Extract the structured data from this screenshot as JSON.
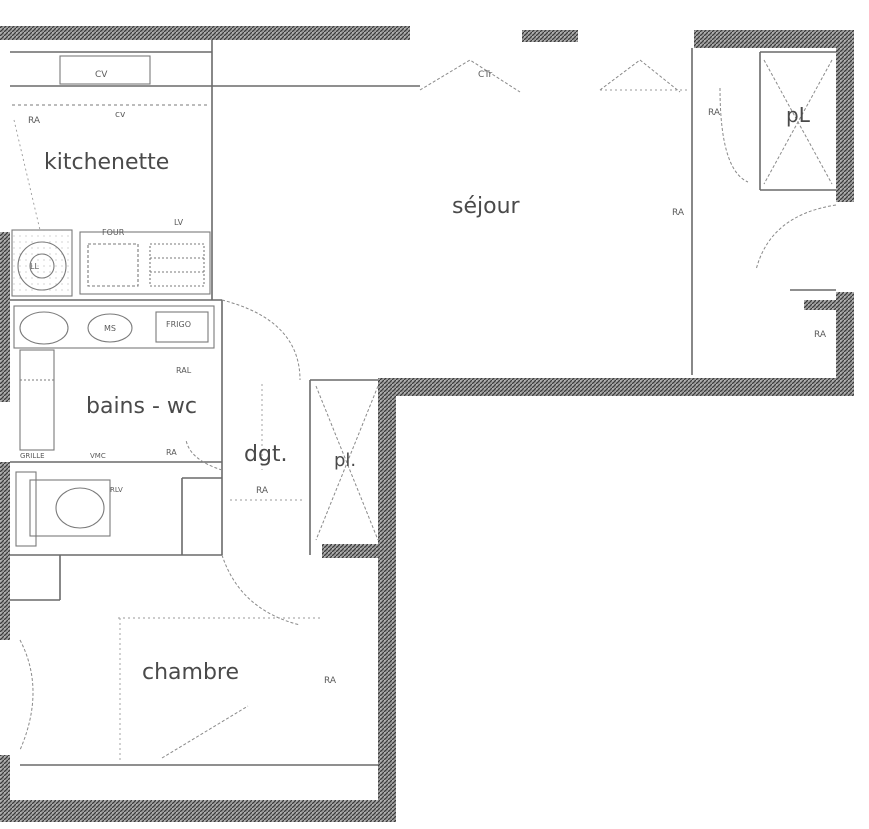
{
  "rooms": {
    "kitchenette": "kitchenette",
    "sejour": "séjour",
    "bains_wc": "bains - wc",
    "dgt": "dgt.",
    "pl_dgt": "pl.",
    "pl_sejour": "pL",
    "chambre": "chambre"
  },
  "annotations": {
    "cv_top": "CV",
    "cv_kitchen": "cv",
    "ctr": "CTr",
    "ra_kitchen": "RA",
    "ra_bath": "RA",
    "ral_bath": "RAL",
    "ra_dgt": "RA",
    "ra_chambre": "RA",
    "ra_sejour": "RA",
    "ra_pl": "RA",
    "ra_right": "RA",
    "four": "FOUR",
    "lv": "LV",
    "ll": "LL",
    "ms": "MS",
    "frigo": "FRIGO",
    "grille": "GRILLE",
    "vmc": "VMC",
    "rlv": "RLV"
  }
}
